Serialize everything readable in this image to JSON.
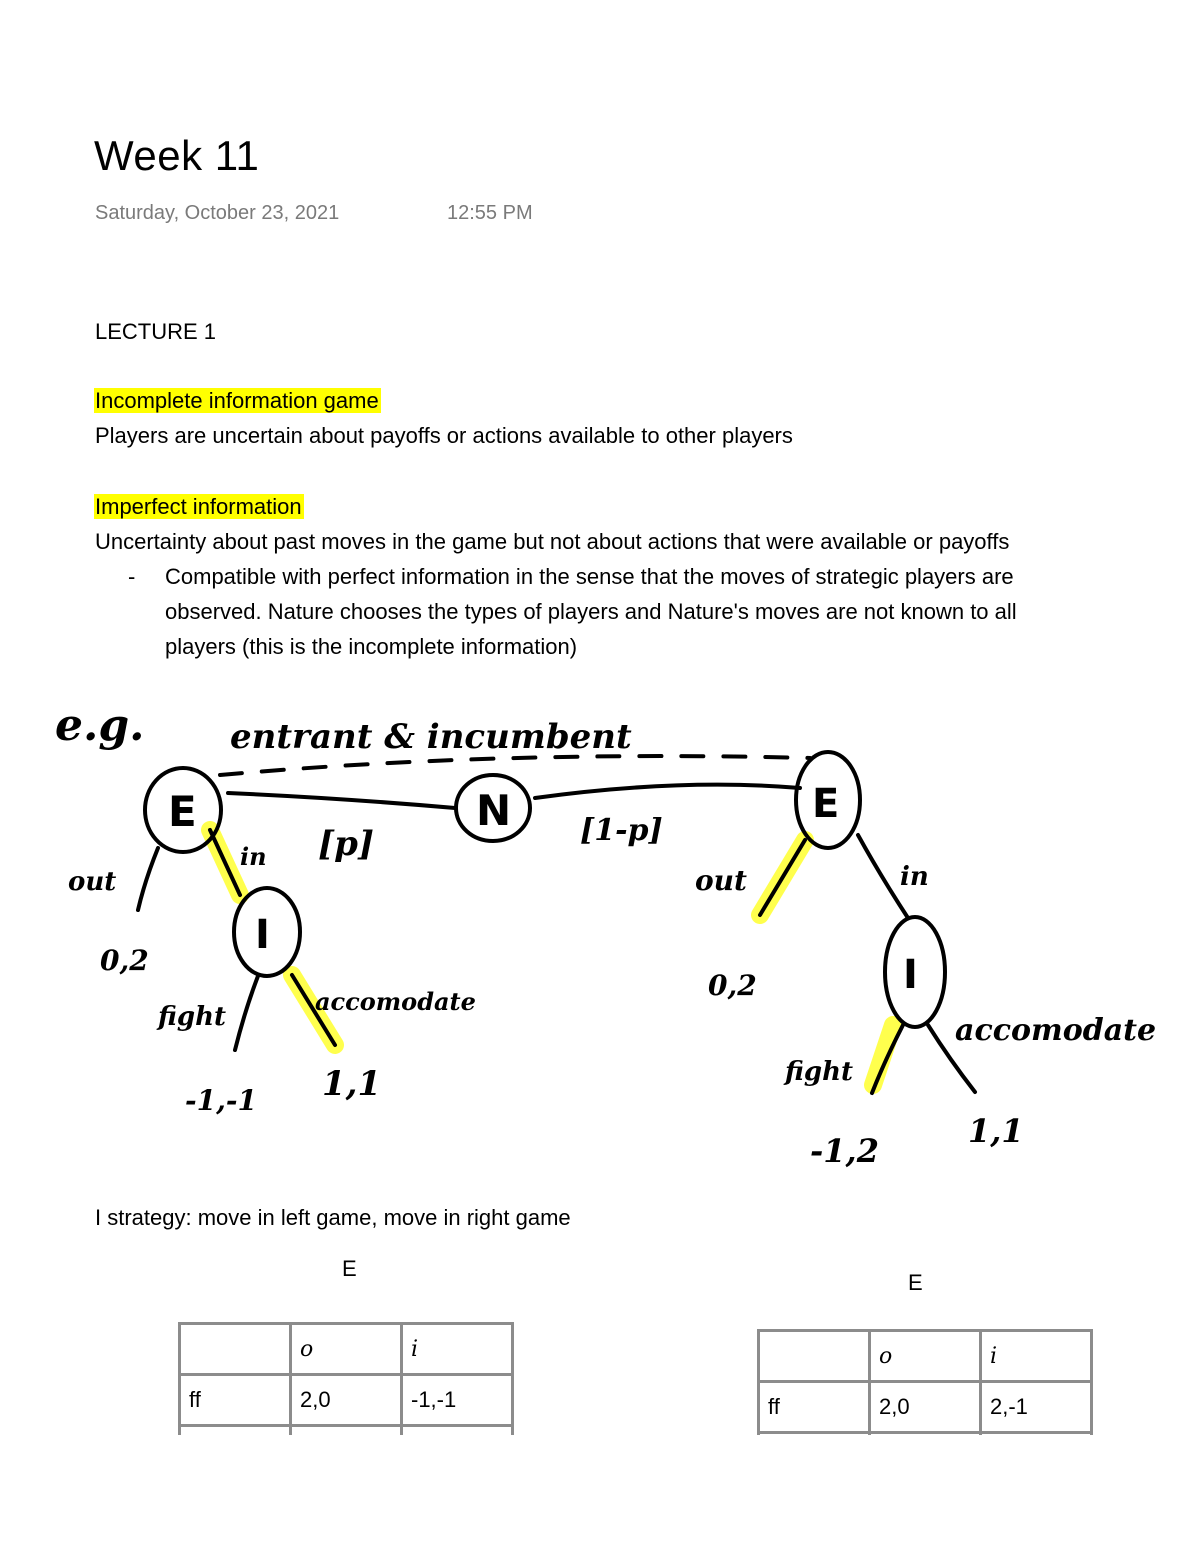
{
  "note": {
    "title": "Week 11",
    "date": "Saturday, October 23, 2021",
    "time": "12:55 PM"
  },
  "content": {
    "lecture_heading": "LECTURE 1",
    "sections": [
      {
        "heading": "Incomplete information game",
        "highlight_color": "#ffff00",
        "body": "Players are uncertain about payoffs or actions available to other players"
      },
      {
        "heading": "Imperfect information",
        "highlight_color": "#ffff00",
        "body": "Uncertainty about past moves in the game but not about actions that were available or payoffs",
        "bullet": {
          "marker": "-",
          "lines": [
            "Compatible with perfect information in the sense that the moves of strategic players are",
            "observed. Nature chooses the types of players and Nature's moves are not known to all",
            "players (this is the incomplete information)"
          ]
        }
      }
    ],
    "strategy_line": "I strategy: move in left game, move in right game"
  },
  "diagram": {
    "eg_label": "e.g.",
    "caption": "entrant & incumbent",
    "nature_node": "N",
    "left_branch_prob": "[p]",
    "right_branch_prob": "[1-p]",
    "left_game": {
      "entrant_node": "E",
      "out_label": "out",
      "out_payoff": "0,2",
      "in_label": "in",
      "incumbent_node": "I",
      "fight_label": "fight",
      "fight_payoff": "-1,-1",
      "accommodate_label": "accomodate",
      "accommodate_payoff": "1,1"
    },
    "right_game": {
      "entrant_node": "E",
      "out_label": "out",
      "out_payoff": "0,2",
      "in_label": "in",
      "incumbent_node": "I",
      "fight_label": "fight",
      "fight_payoff": "-1,2",
      "accommodate_label": "accomodate",
      "accommodate_payoff": "1,1"
    },
    "ink_color": "#000000",
    "highlight_color": "#ffff3a"
  },
  "tables": [
    {
      "player_label": "E",
      "header": [
        "",
        "o",
        "i"
      ],
      "rows": [
        [
          "ff",
          "2,0",
          "-1,-1"
        ]
      ]
    },
    {
      "player_label": "E",
      "header": [
        "",
        "o",
        "i"
      ],
      "rows": [
        [
          "ff",
          "2,0",
          "2,-1"
        ]
      ]
    }
  ]
}
